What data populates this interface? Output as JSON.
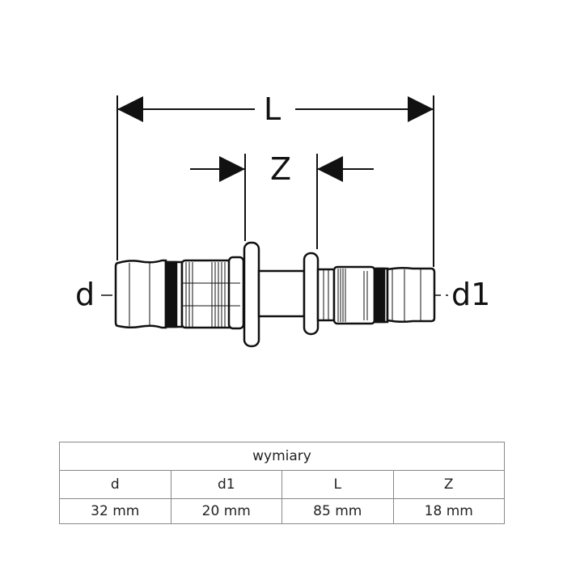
{
  "drawing": {
    "labels": {
      "L": "L",
      "Z": "Z",
      "d": "d",
      "d1": "d1"
    }
  },
  "table": {
    "title": "wymiary",
    "headers": [
      "d",
      "d1",
      "L",
      "Z"
    ],
    "values": [
      "32 mm",
      "20 mm",
      "85 mm",
      "18 mm"
    ]
  }
}
